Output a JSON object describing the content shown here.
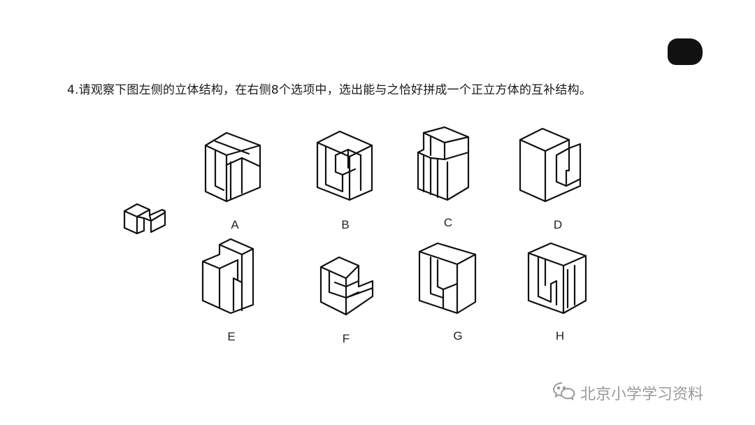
{
  "question": {
    "text": "4.请观察下图左侧的立体结构，在右侧8个选项中，选出能与之恰好拼成一个正立方体的互补结构。"
  },
  "options": [
    {
      "label": "A"
    },
    {
      "label": "B"
    },
    {
      "label": "C"
    },
    {
      "label": "D"
    },
    {
      "label": "E"
    },
    {
      "label": "F"
    },
    {
      "label": "G"
    },
    {
      "label": "H"
    }
  ],
  "watermark": {
    "icon": "wechat-icon",
    "text": "北京小学学习资料"
  },
  "colors": {
    "stroke": "#111111",
    "watermark": "#9a9a9a",
    "background": "#ffffff"
  }
}
